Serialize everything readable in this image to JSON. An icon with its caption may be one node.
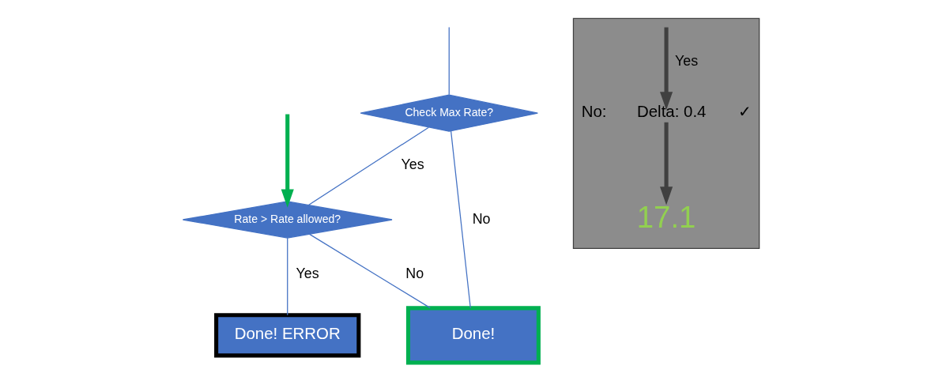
{
  "diagram": {
    "nodes": [
      {
        "text": [
          "Check Max Rate?"
        ]
      },
      {
        "text": [
          "Rate > Rate allowed?"
        ]
      },
      {
        "text": [
          "Done! ERROR"
        ]
      },
      {
        "text": [
          "Done!"
        ]
      },
      {
        "text": [],
        "shape": "box"
      },
      {
        "text": [
          "Delta: 0.4"
        ],
        "in": 4,
        "beside": [
          "No:",
          "✓"
        ]
      },
      {
        "text": [
          "17.1"
        ],
        "in": 4
      }
    ],
    "edges": [
      {
        "from": null,
        "to": 0,
        "arrow": "none"
      },
      {
        "from": null,
        "to": 1,
        "arrow": "to",
        "style": "thick",
        "color": "#00b050"
      },
      {
        "from": 0,
        "to": 1,
        "arrow": "none",
        "label": "Yes"
      },
      {
        "from": 1,
        "to": 2,
        "arrow": "none",
        "label": "Yes"
      },
      {
        "from": 1,
        "to": 3,
        "arrow": "none",
        "label": "No"
      },
      {
        "from": 0,
        "to": 3,
        "arrow": "none",
        "label": "No"
      },
      {
        "from": null,
        "to": 5,
        "arrow": "to",
        "style": "thick",
        "color": "#404040",
        "label": "Yes"
      },
      {
        "from": 5,
        "to": 6,
        "arrow": "to",
        "style": "thick",
        "color": "#404040"
      }
    ]
  }
}
